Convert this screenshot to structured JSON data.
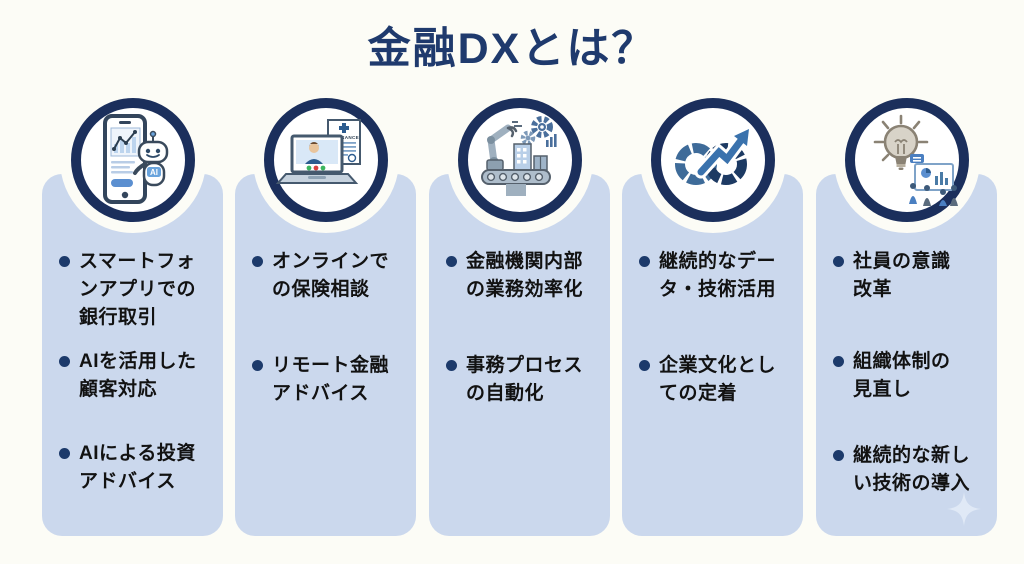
{
  "page": {
    "title": "金融DXとは？",
    "background_color": "#fcfcf6",
    "title_color": "#1f3a6d",
    "card_color": "#cbd8ed",
    "ring_color": "#1b2f5c",
    "bullet_color": "#1c3a6b"
  },
  "columns": [
    {
      "icon": "smartphone-ai-robot-icon",
      "icon_text": "AI",
      "items": [
        "スマートフォ\nンアプリでの\n銀行取引",
        "AIを活用した\n顧客対応",
        "AIによる投資\nアドバイス"
      ]
    },
    {
      "icon": "laptop-video-insurance-icon",
      "icon_text": "INSURANCE",
      "items": [
        "オンラインで\nの保険相談",
        "リモート金融\nアドバイス"
      ]
    },
    {
      "icon": "factory-automation-icon",
      "items": [
        "金融機関内部\nの業務効率化",
        "事務プロセス\nの自動化"
      ]
    },
    {
      "icon": "infinity-growth-arrow-icon",
      "items": [
        "継続的なデー\nタ・技術活用",
        "企業文化とし\nての定着"
      ]
    },
    {
      "icon": "lightbulb-team-icon",
      "items": [
        "社員の意識\n改革",
        "組織体制の\n見直し",
        "継続的な新し\nい技術の導入"
      ]
    }
  ]
}
